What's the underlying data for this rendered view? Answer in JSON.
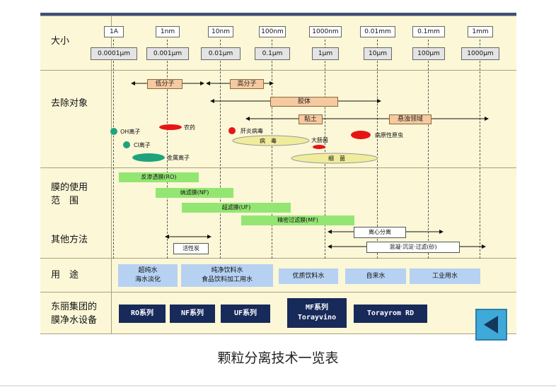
{
  "caption": "颗粒分离技术一览表",
  "row_labels": {
    "size": "大小",
    "target": "去除对象",
    "membrane_1": "膜的使用",
    "membrane_2": "范　围",
    "other": "其他方法",
    "use": "用　途",
    "equipment_1": "东丽集团的",
    "equipment_2": "膜净水设备"
  },
  "scale_top": [
    "1A",
    "1nm",
    "10nm",
    "100nm",
    "1000nm",
    "0.01mm",
    "0.1mm",
    "1mm"
  ],
  "scale_bottom": [
    "0.0001μm",
    "0.001μm",
    "0.01μm",
    "0.1μm",
    "1μm",
    "10μm",
    "100μm",
    "1000μm"
  ],
  "targets": {
    "low_molecule": "低分子",
    "high_molecule": "高分子",
    "colloid": "胶体",
    "clay": "粘土",
    "suspended": "悬浊领域",
    "oh_ion": "OH离子",
    "cl_ion": "Cl离子",
    "metal_ion": "金属离子",
    "pesticide": "农药",
    "hepatitis": "肝炎病毒",
    "virus": "病　毒",
    "ecoli": "大肠菌",
    "pathogenic": "病原性原虫",
    "bacteria": "细　菌"
  },
  "membranes": {
    "ro": "反渗透膜(RO)",
    "nf": "纳滤膜(NF)",
    "uf": "超滤膜(UF)",
    "mf": "精密过滤膜(MF)"
  },
  "other_methods": {
    "centrifuge": "离心分离",
    "carbon": "活性炭",
    "coagulation": "混凝·沉淀·过滤(砂)"
  },
  "uses": {
    "u1_line1": "超纯水",
    "u1_line2": "海水淡化",
    "u2_line1": "纯净饮料水",
    "u2_line2": "食品饮料加工用水",
    "u3": "优质饮料水",
    "u4": "自来水",
    "u5": "工业用水"
  },
  "equipment": {
    "ro": "RO系列",
    "nf": "NF系列",
    "uf": "UF系列",
    "mf_line1": "MF系列",
    "mf_line2": "Torayvino",
    "rd": "Torayrom RD"
  },
  "colors": {
    "panel": "#fbf7d7",
    "green_bar": "#94e673",
    "blue_box": "#b6d1f2",
    "dark_box": "#172a5a",
    "tan_box": "#f6c9a1",
    "red_marker": "#e81414",
    "teal_marker": "#1fa37c",
    "yellow_ellipse": "#f1ec9c",
    "nav_button": "#3fa9d9"
  },
  "icons": {
    "nav": "triangle-left-icon"
  }
}
